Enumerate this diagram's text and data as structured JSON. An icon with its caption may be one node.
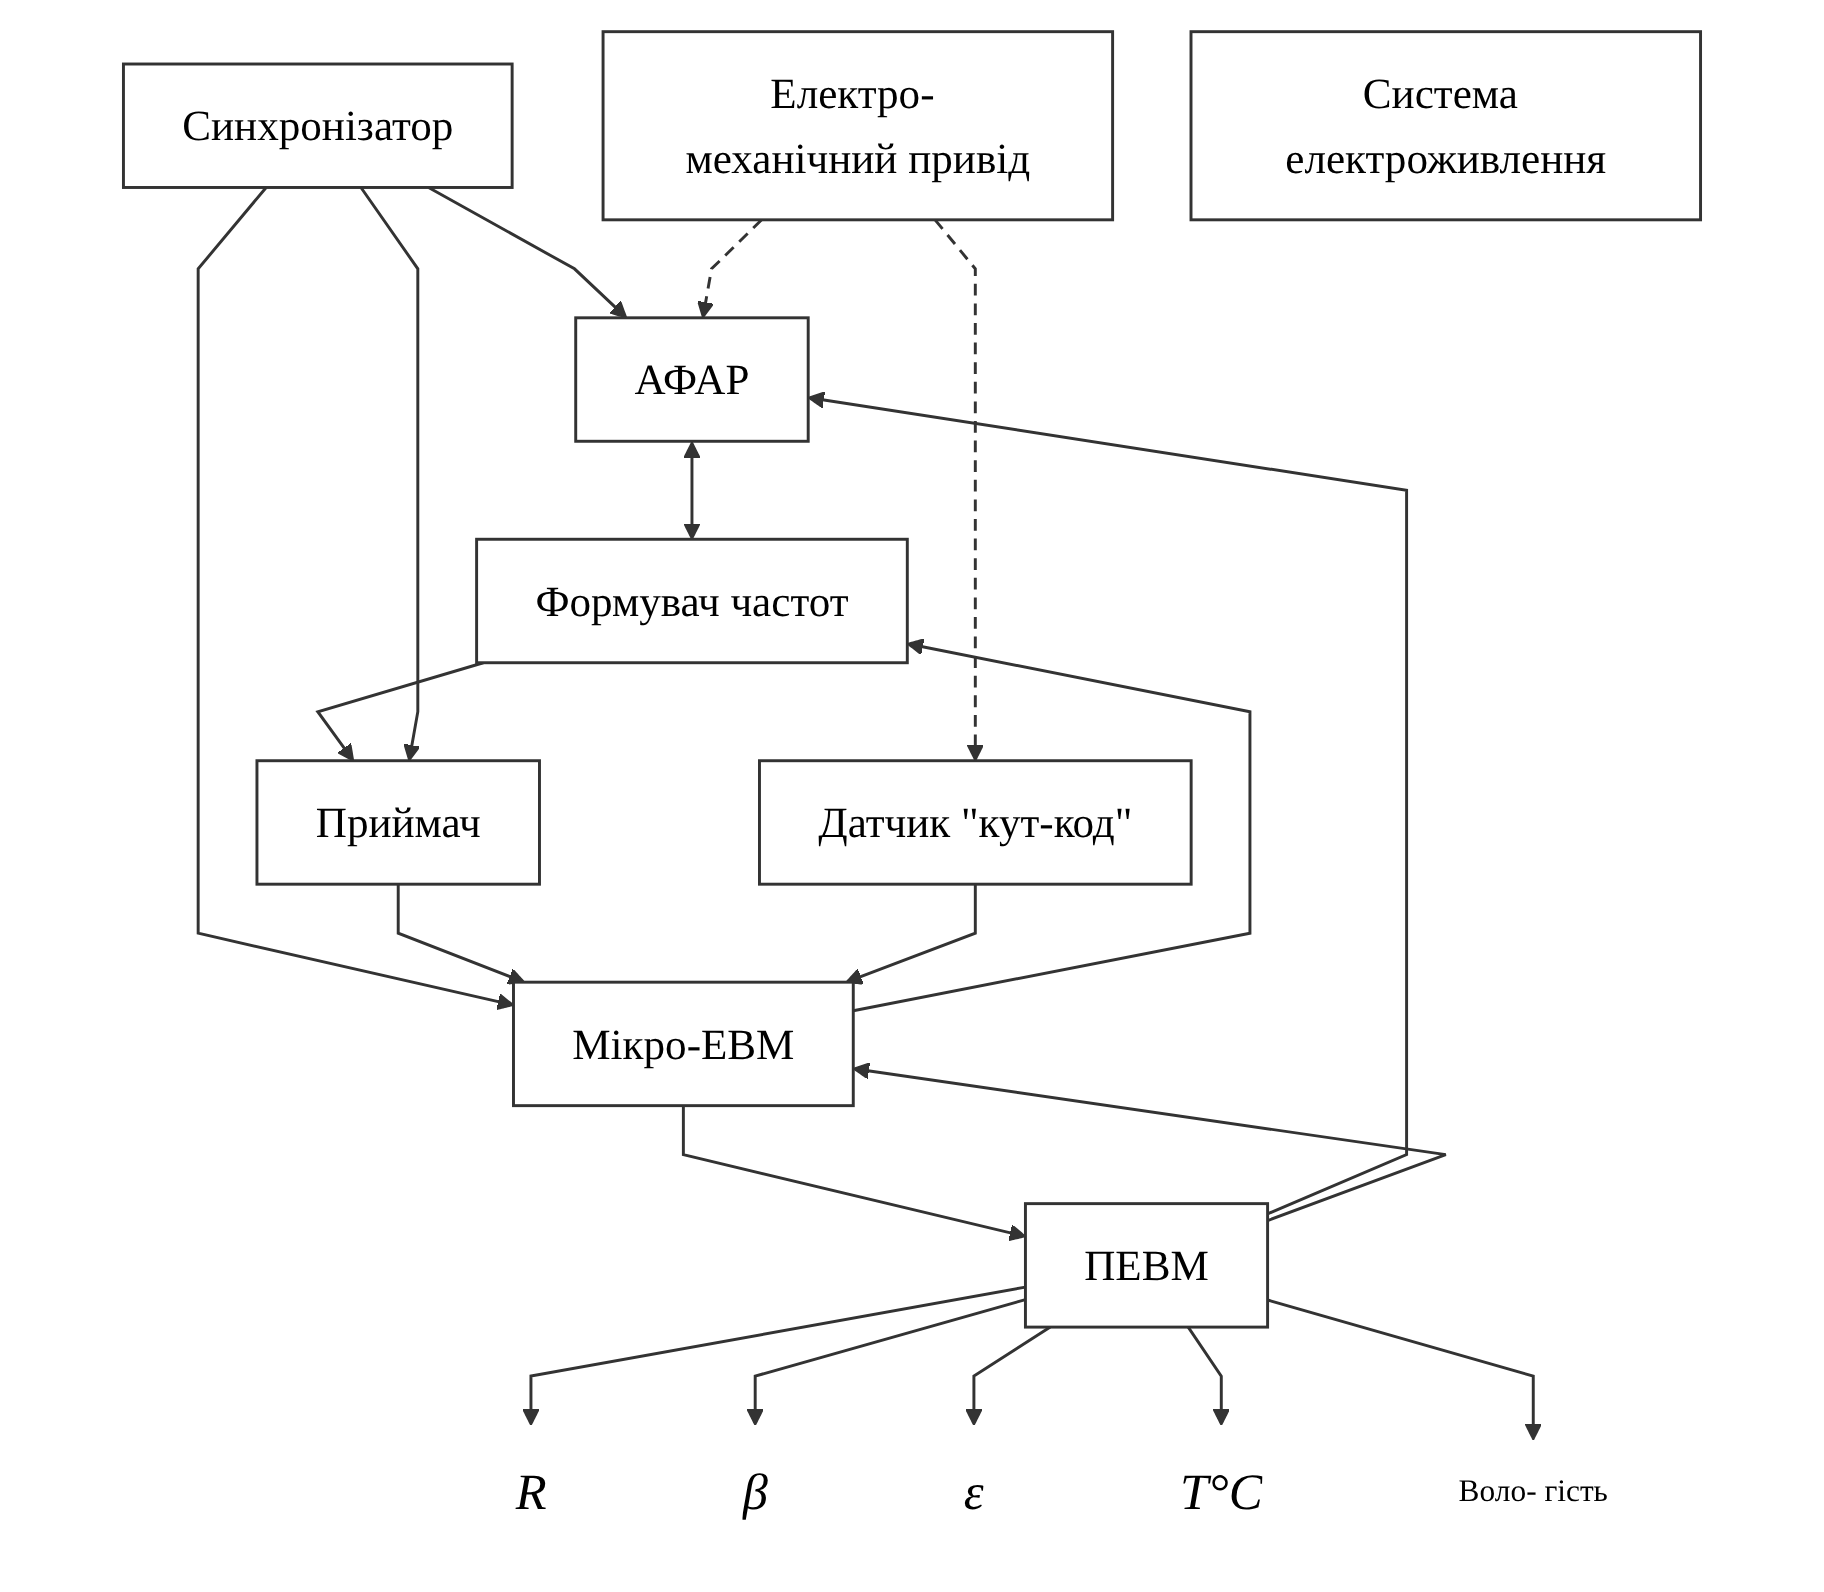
{
  "diagram": {
    "nodes": [
      {
        "text": [
          "АФАР"
        ]
      },
      {
        "text": [
          "Електро- механічний привід"
        ]
      },
      {
        "text": [
          "Формувач частот"
        ]
      },
      {
        "text": [
          "Датчик \"кут-код\""
        ]
      },
      {
        "text": [
          "Синхронізатор"
        ]
      },
      {
        "text": [
          "Приймач"
        ]
      },
      {
        "text": [
          "ПЕВМ"
        ]
      },
      {
        "text": [
          "Мікро-ЕВМ"
        ]
      },
      {
        "text": [
          "R"
        ]
      },
      {
        "text": [
          "β"
        ]
      },
      {
        "text": [
          "ε"
        ]
      },
      {
        "text": [
          "T°C"
        ]
      },
      {
        "text": [
          "Воло- гість"
        ]
      },
      {
        "text": [
          "Система електроживлення"
        ]
      }
    ],
    "edges": [
      {
        "from": 6,
        "to": 0,
        "arrow": "to"
      },
      {
        "from": 4,
        "to": 0,
        "arrow": "to"
      },
      {
        "from": 1,
        "to": 0,
        "arrow": "to",
        "style": "dashed"
      },
      {
        "from": 1,
        "to": 3,
        "arrow": "to",
        "style": "dashed"
      },
      {
        "from": 0,
        "to": 2,
        "arrow": "both"
      },
      {
        "from": 2,
        "to": 5,
        "arrow": "to"
      },
      {
        "from": 7,
        "to": 2,
        "arrow": "to"
      },
      {
        "from": 4,
        "to": 5,
        "arrow": "to"
      },
      {
        "from": 4,
        "to": 7,
        "arrow": "to"
      },
      {
        "from": 5,
        "to": 7,
        "arrow": "to"
      },
      {
        "from": 7,
        "to": 6,
        "arrow": "to"
      },
      {
        "from": 6,
        "to": 7,
        "arrow": "to"
      },
      {
        "from": 3,
        "to": 7,
        "arrow": "to"
      },
      {
        "from": 6,
        "to": 8,
        "arrow": "to"
      },
      {
        "from": 6,
        "to": 9,
        "arrow": "to"
      },
      {
        "from": 6,
        "to": 10,
        "arrow": "to"
      },
      {
        "from": 6,
        "to": 11,
        "arrow": "to"
      },
      {
        "from": 6,
        "to": 12,
        "arrow": "to"
      }
    ]
  }
}
